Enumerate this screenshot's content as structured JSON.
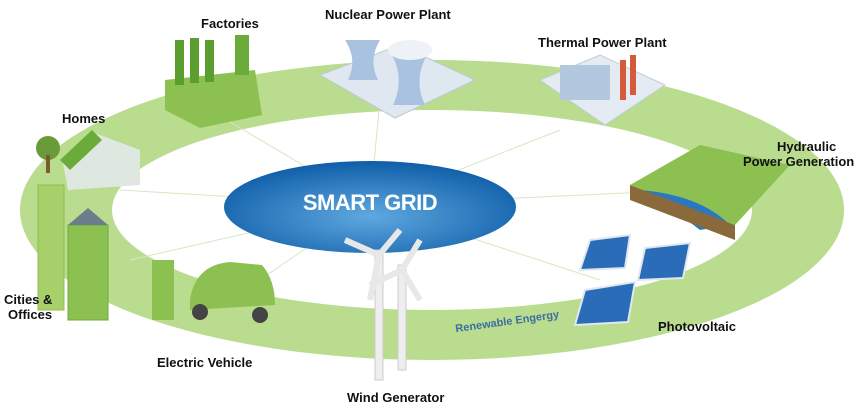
{
  "center_label": "SMART GRID",
  "ring_label": "Renewable Engergy",
  "nodes": {
    "factories": "Factories",
    "nuclear": "Nuclear Power Plant",
    "thermal": "Thermal Power Plant",
    "hydraulic_1": "Hydraulic",
    "hydraulic_2": "Power Generation",
    "homes": "Homes",
    "cities_1": "Cities &",
    "cities_2": "Offices",
    "ev": "Electric Vehicle",
    "wind": "Wind Generator",
    "pv": "Photovoltaic"
  },
  "colors": {
    "ring": "#b5d98a",
    "center": "#1e6fb5",
    "accent_green": "#7dbb3c"
  }
}
